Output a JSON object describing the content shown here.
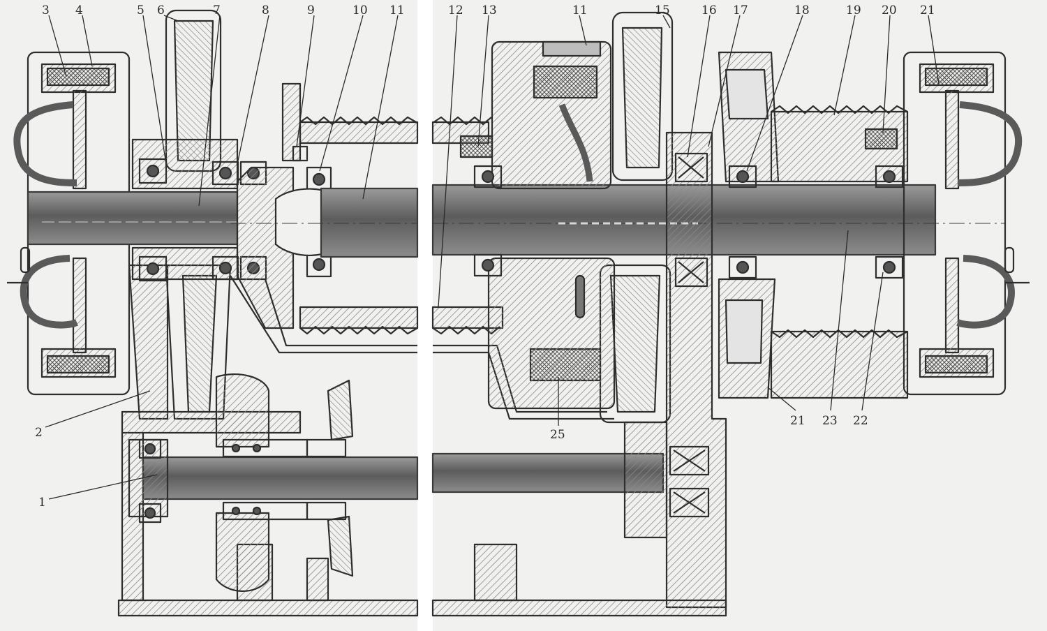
{
  "colors": {
    "paper": "#f1f1ef",
    "ink": "#2e2e2e",
    "shaft": "#6e6e6e",
    "hatch": "#8a8a8a",
    "gap": "#ffffff"
  },
  "callouts": {
    "c1": "1",
    "c2": "2",
    "c3": "3",
    "c4": "4",
    "c5": "5",
    "c6": "6",
    "c7": "7",
    "c8": "8",
    "c9": "9",
    "c10": "10",
    "c11a": "11",
    "c12": "12",
    "c13": "13",
    "c11b": "11",
    "c15": "15",
    "c16": "16",
    "c17": "17",
    "c18": "18",
    "c19": "19",
    "c20": "20",
    "c21a": "21",
    "c21b": "21",
    "c23": "23",
    "c22": "22",
    "c25": "25"
  }
}
